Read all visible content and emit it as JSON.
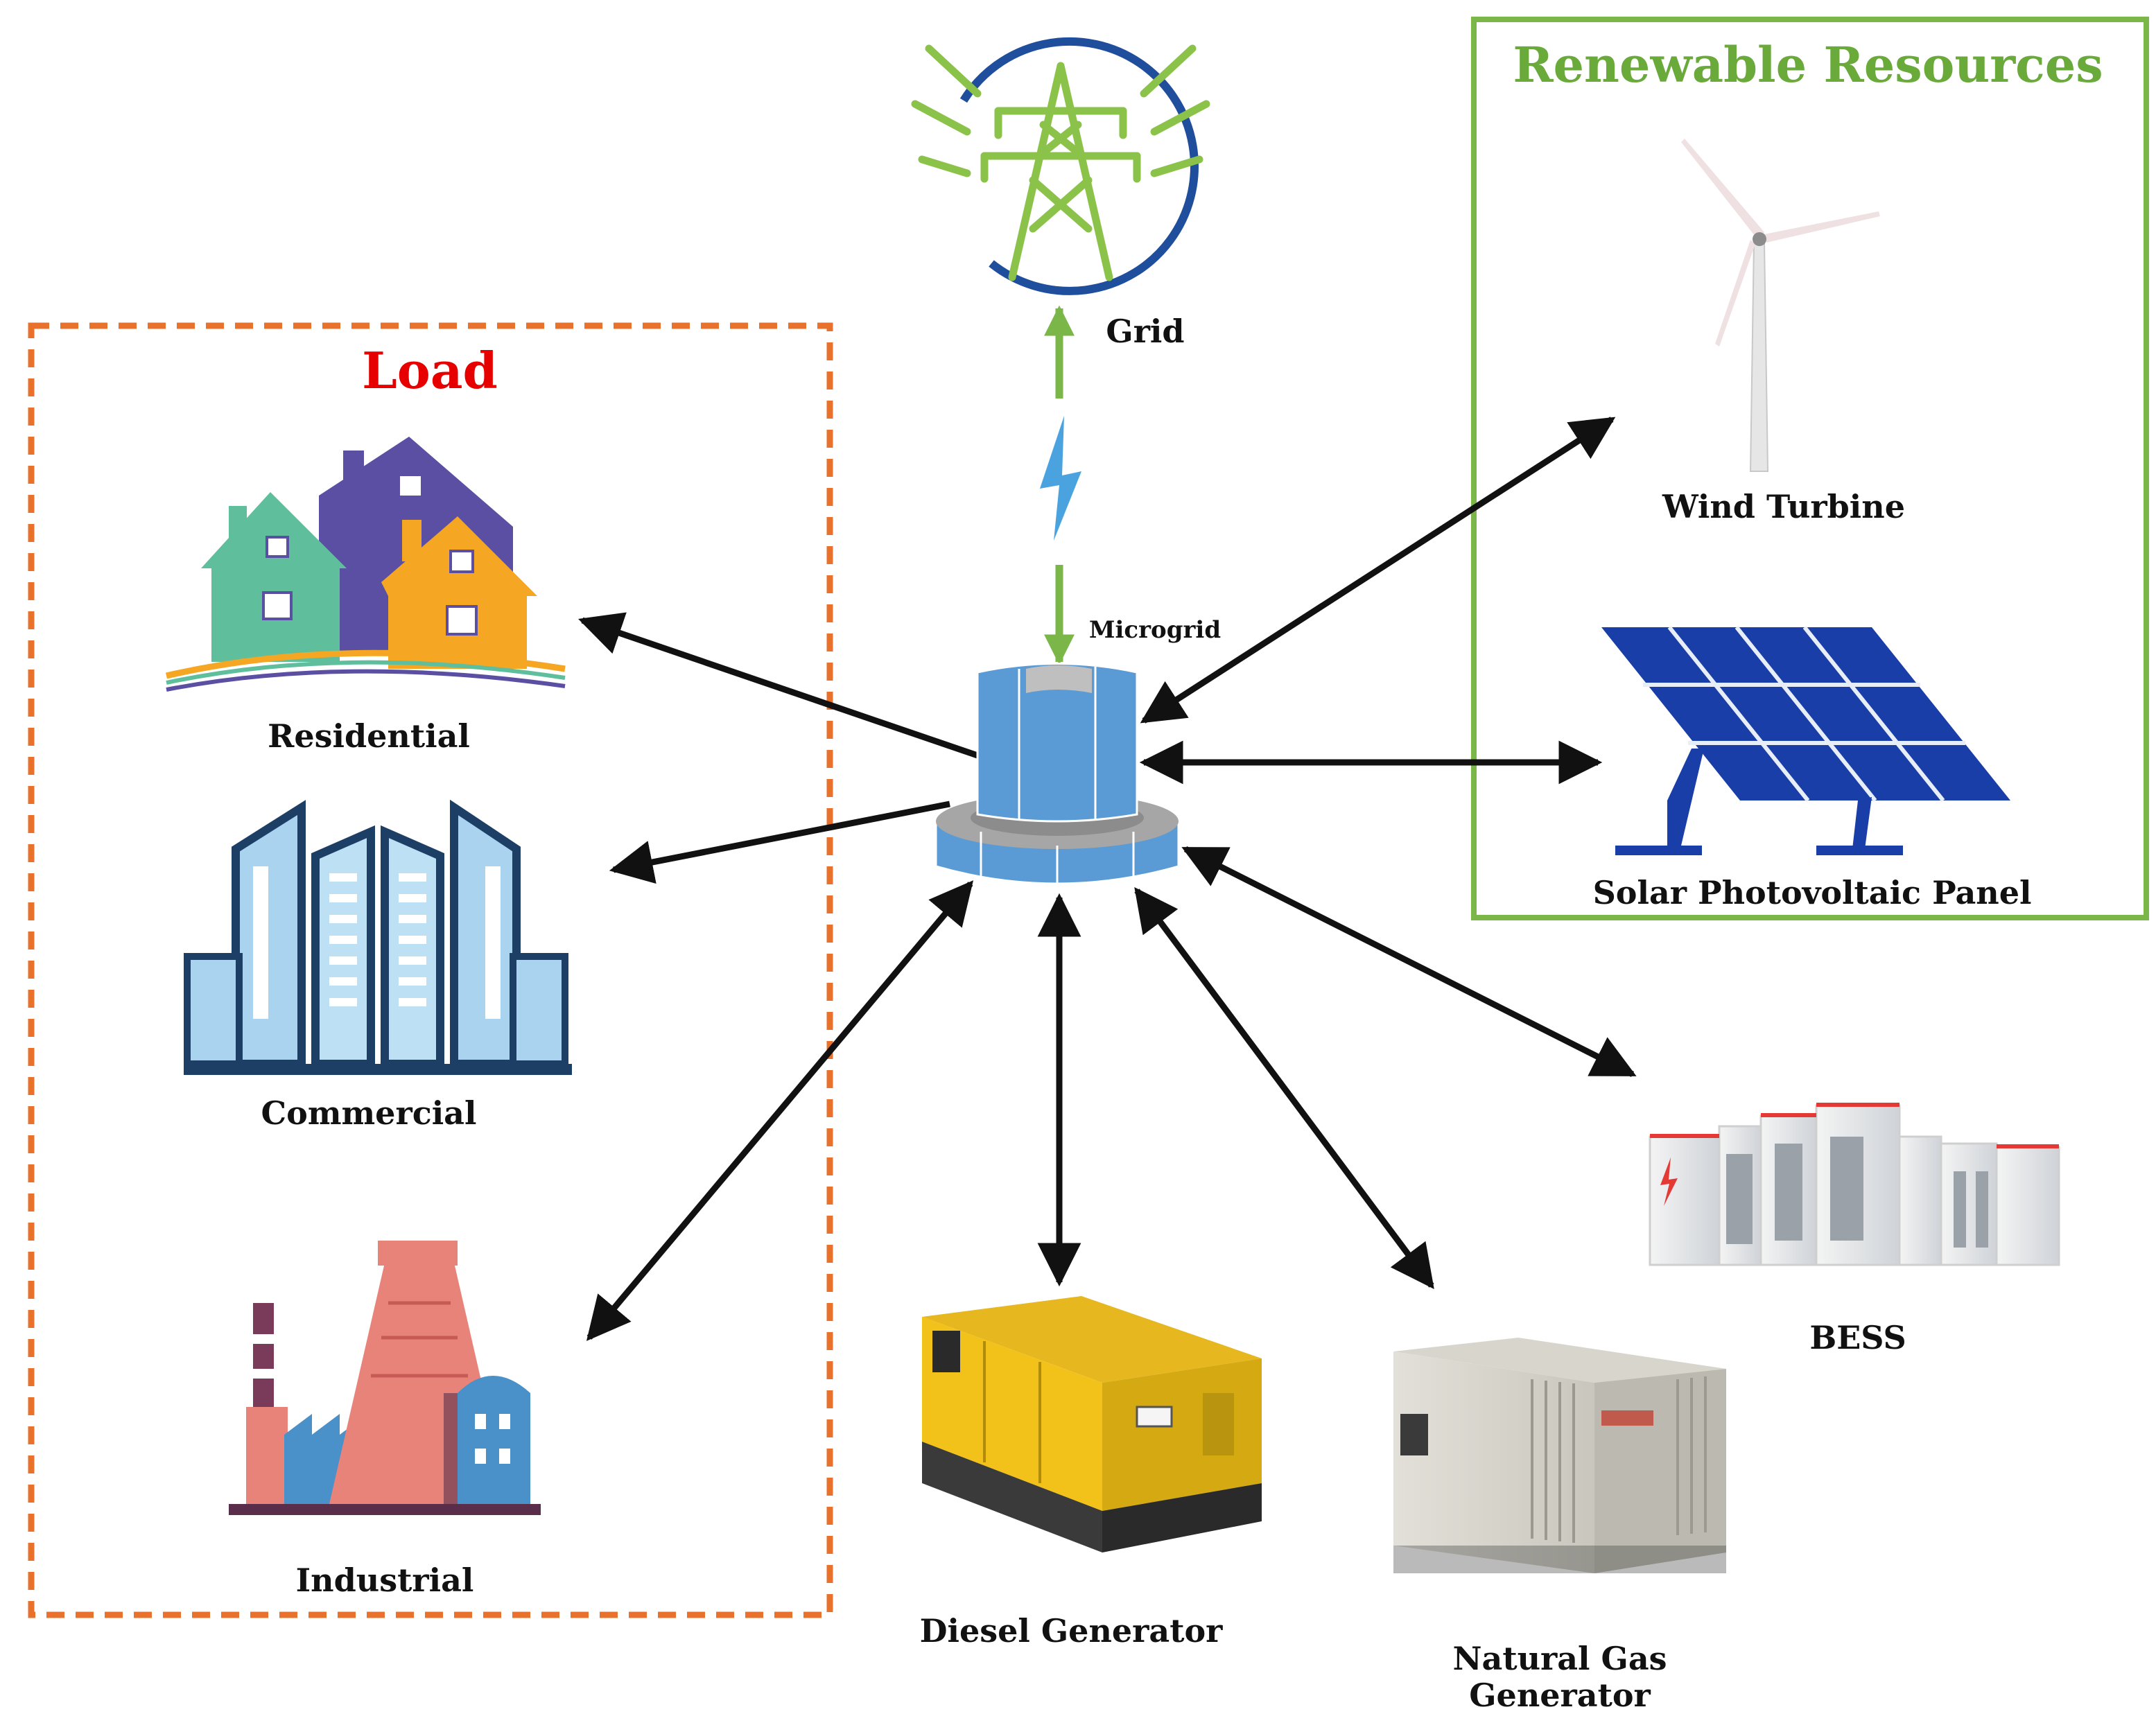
{
  "colors": {
    "load_border": "#e8712b",
    "load_title": "#e60000",
    "renewable_border": "#7ab648",
    "renewable_title": "#6aaa3a",
    "grid_arrow": "#7ab648",
    "connector": "#111111",
    "microgrid_blue": "#5b9bd5",
    "pylon_green": "#8bc34a",
    "circle_blue": "#1f4e9c",
    "lightning": "#4aa3df"
  },
  "groups": {
    "load": {
      "title": "Load"
    },
    "renewable": {
      "title": "Renewable Resources"
    }
  },
  "nodes": {
    "grid": {
      "label": "Grid",
      "icon": "transmission-tower-icon"
    },
    "microgrid": {
      "label": "Microgrid",
      "icon": "microgrid-hub-icon"
    },
    "residential": {
      "label": "Residential",
      "icon": "houses-icon"
    },
    "commercial": {
      "label": "Commercial",
      "icon": "office-buildings-icon"
    },
    "industrial": {
      "label": "Industrial",
      "icon": "factory-icon"
    },
    "wind": {
      "label": "Wind Turbine",
      "icon": "wind-turbine-icon"
    },
    "solar": {
      "label": "Solar Photovoltaic Panel",
      "icon": "solar-panel-icon"
    },
    "bess": {
      "label": "BESS",
      "icon": "battery-cabinets-icon"
    },
    "diesel": {
      "label": "Diesel Generator",
      "icon": "diesel-generator-icon"
    },
    "natural_gas": {
      "label_line1": "Natural Gas",
      "label_line2": "Generator",
      "icon": "gas-generator-icon"
    }
  },
  "connections": [
    {
      "from": "microgrid",
      "to": "grid",
      "direction": "bidirectional"
    },
    {
      "from": "microgrid",
      "to": "residential",
      "direction": "to"
    },
    {
      "from": "microgrid",
      "to": "commercial",
      "direction": "to"
    },
    {
      "from": "microgrid",
      "to": "industrial",
      "direction": "bidirectional"
    },
    {
      "from": "microgrid",
      "to": "wind",
      "direction": "bidirectional"
    },
    {
      "from": "microgrid",
      "to": "solar",
      "direction": "bidirectional"
    },
    {
      "from": "microgrid",
      "to": "bess",
      "direction": "bidirectional"
    },
    {
      "from": "microgrid",
      "to": "diesel",
      "direction": "bidirectional"
    },
    {
      "from": "microgrid",
      "to": "natural_gas",
      "direction": "bidirectional"
    }
  ]
}
